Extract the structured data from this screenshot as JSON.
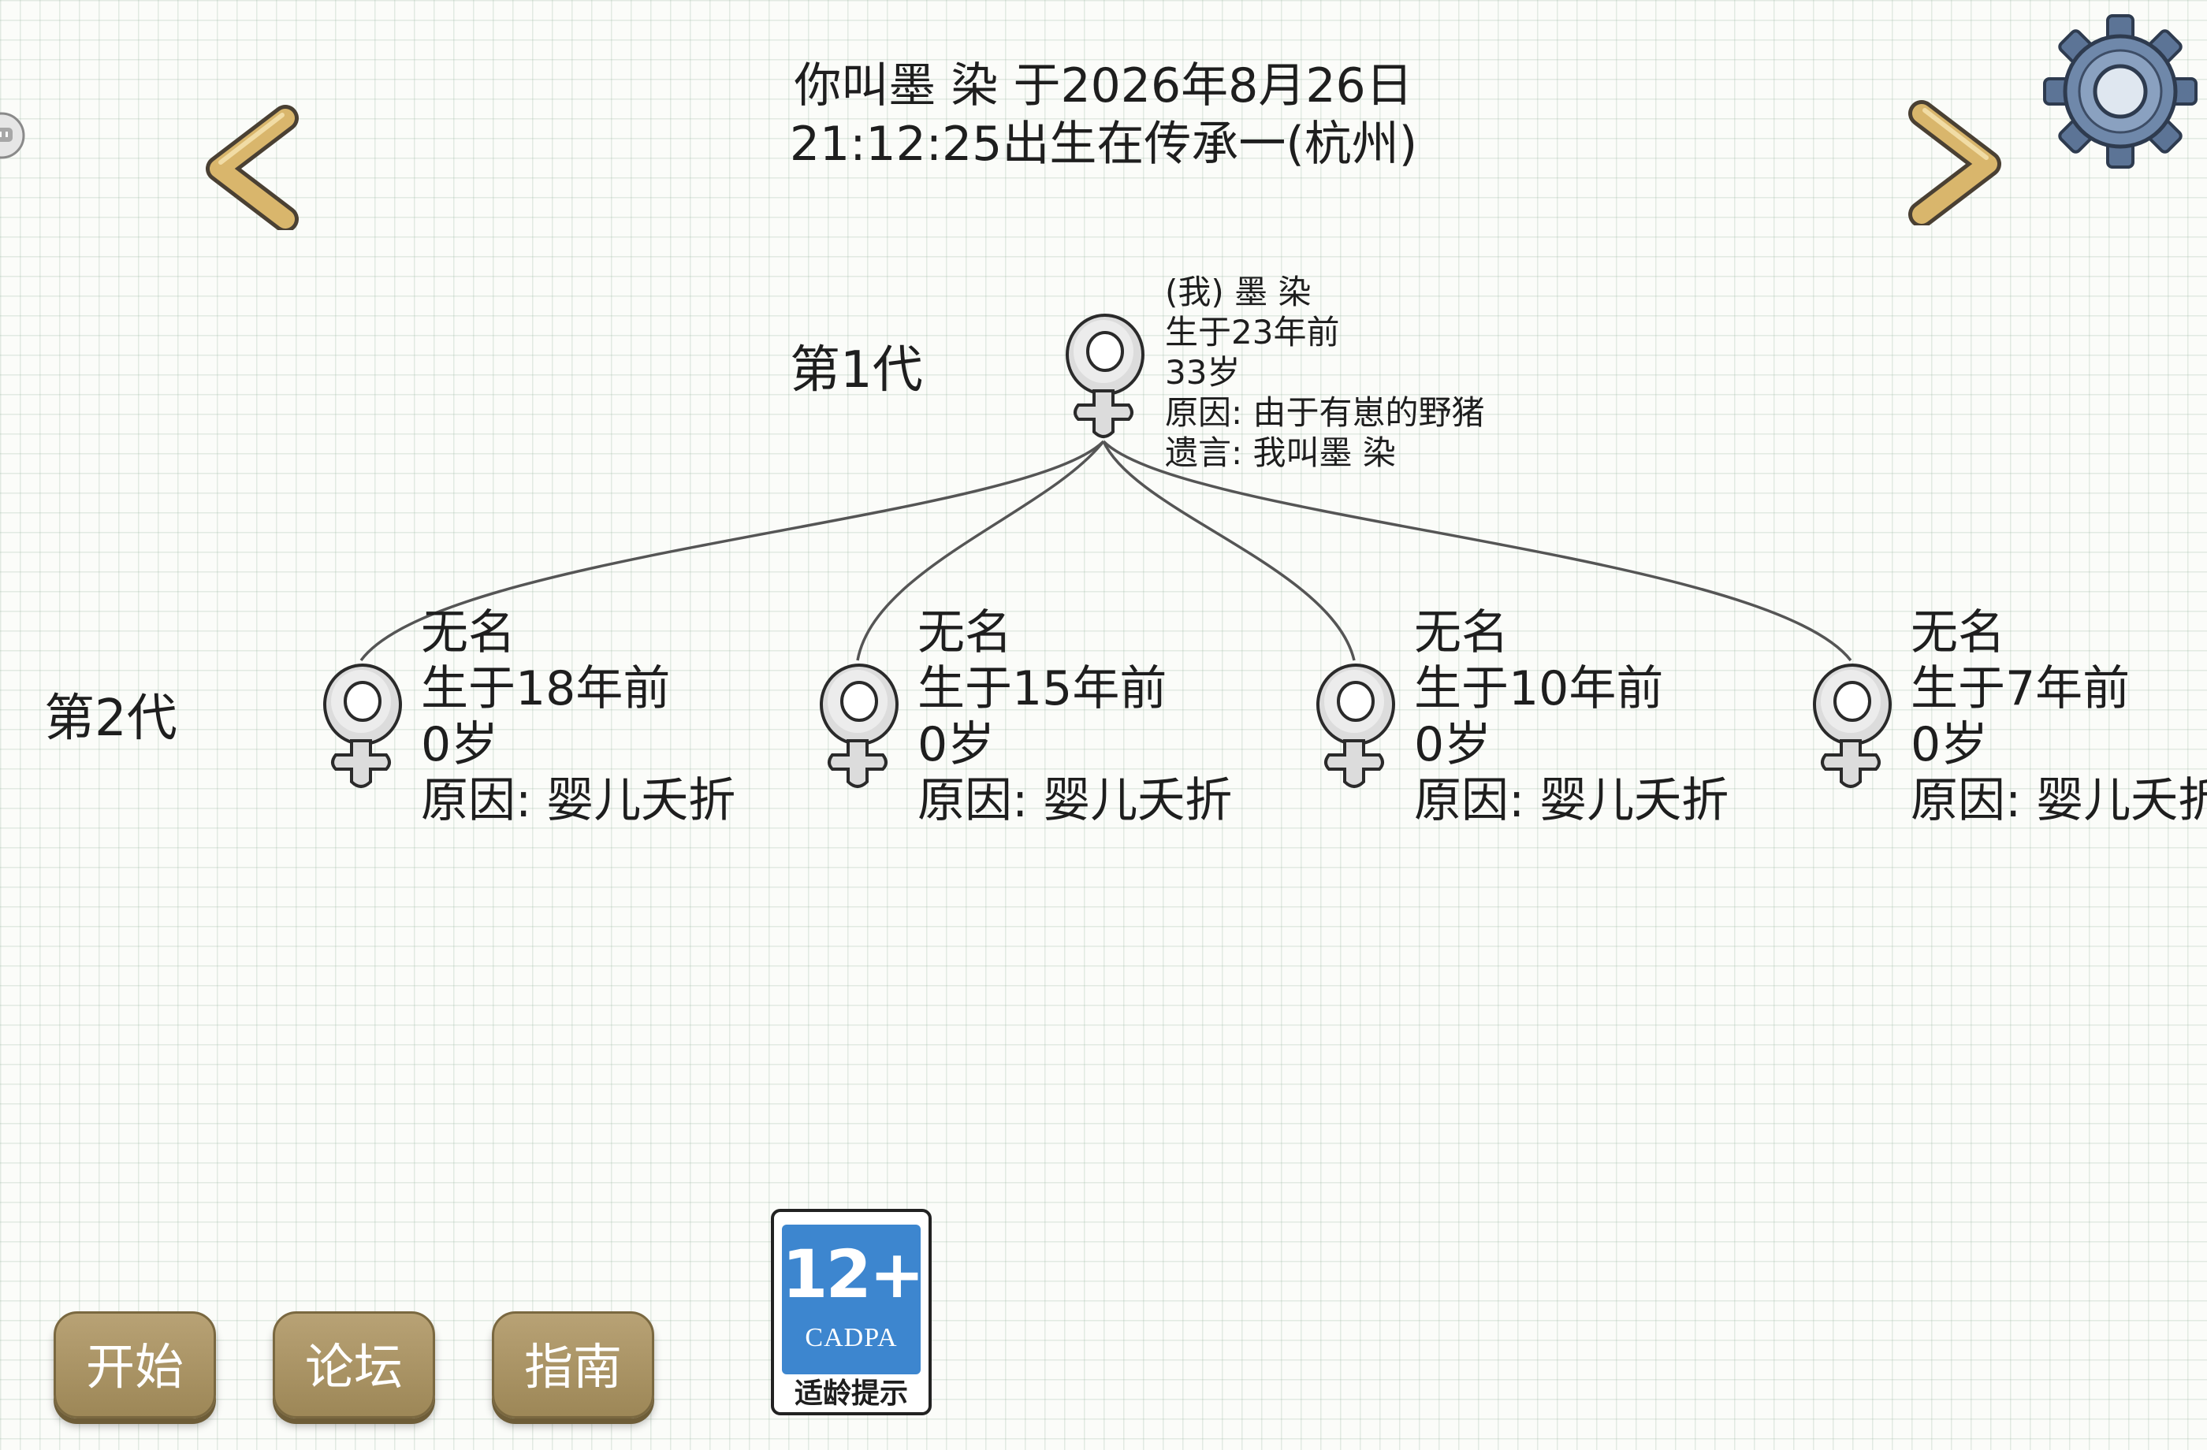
{
  "header": {
    "line1": "你叫墨 染 于2026年8月26日",
    "line2": "21:12:25出生在传承一(杭州)"
  },
  "icons": {
    "prev": "chevron-left-icon",
    "next": "chevron-right-icon",
    "settings": "gear-icon",
    "side": "chat-bubble-icon",
    "figure": "female-symbol-icon"
  },
  "tree": {
    "generation1": {
      "label": "第1代",
      "member": {
        "name": "(我) 墨 染",
        "born": "生于23年前",
        "age": "33岁",
        "cause": "原因:  由于有崽的野猪",
        "will": "遗言:  我叫墨 染"
      }
    },
    "generation2": {
      "label": "第2代",
      "children": [
        {
          "name": "无名",
          "born": "生于18年前",
          "age": "0岁",
          "cause": "原因:  婴儿夭折"
        },
        {
          "name": "无名",
          "born": "生于15年前",
          "age": "0岁",
          "cause": "原因:  婴儿夭折"
        },
        {
          "name": "无名",
          "born": "生于10年前",
          "age": "0岁",
          "cause": "原因:  婴儿夭折"
        },
        {
          "name": "无名",
          "born": "生于7年前",
          "age": "0岁",
          "cause": "原因:  婴儿夭折"
        }
      ]
    }
  },
  "buttons": {
    "start": "开始",
    "forum": "论坛",
    "guide": "指南"
  },
  "age_rating": {
    "age": "12+",
    "org": "CADPA",
    "note": "适龄提示"
  },
  "colors": {
    "button": "#a88f5f",
    "badge_blue": "#3d86cf",
    "chevron": "#d7b46a"
  }
}
